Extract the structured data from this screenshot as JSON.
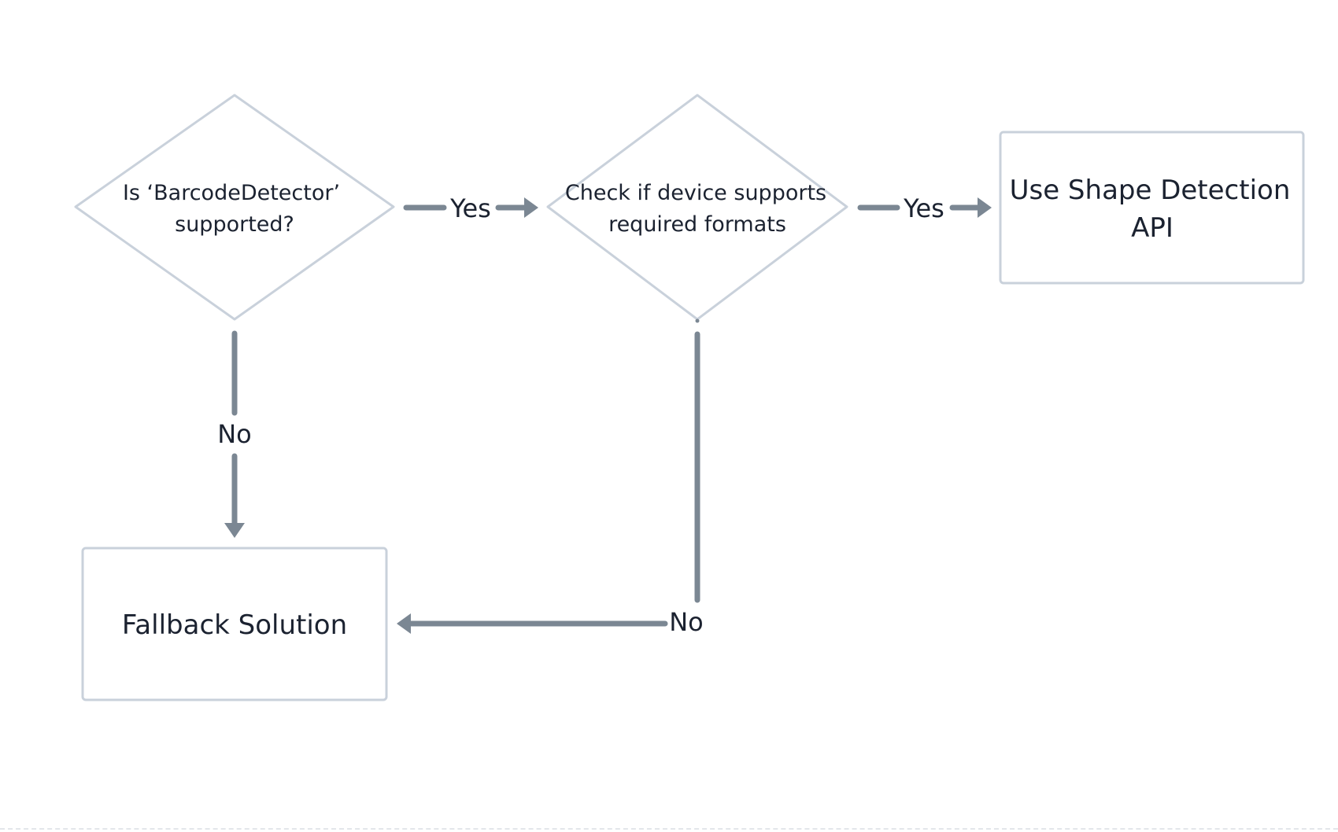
{
  "colors": {
    "node_border": "#c9d1db",
    "edge": "#7b8793",
    "text": "#1b2230",
    "background": "#ffffff"
  },
  "nodes": {
    "decision_barcode": {
      "line1": "Is ‘BarcodeDetector’",
      "line2": "supported?"
    },
    "decision_formats": {
      "line1": "Check if device supports",
      "line2": "required formats"
    },
    "use_shape_detection": {
      "line1": "Use Shape Detection",
      "line2": "API"
    },
    "fallback": {
      "label": "Fallback Solution"
    }
  },
  "edges": {
    "barcode_yes": "Yes",
    "formats_yes": "Yes",
    "barcode_no": "No",
    "formats_no": "No"
  }
}
